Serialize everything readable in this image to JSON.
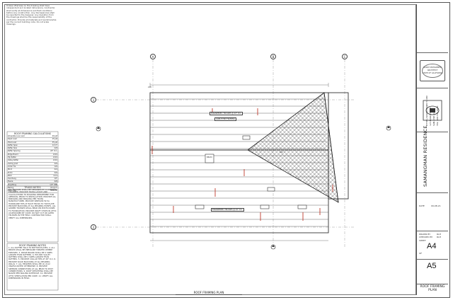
{
  "disclaimer": "Unless otherwise on the drawing shall have independent and located dimensions. Contractor shall verify all dimensions and field conditions before any construction. Any discrepancies shall be reported to the designer. Any deviation from the drawings shall be the responsibility of the contractor. Provide all materials and workmanship per the current building code. Do not scale drawings.",
  "grid": {
    "top": [
      "A",
      "B",
      "C"
    ],
    "left": [
      "1",
      "2"
    ]
  },
  "roof_table": {
    "title": "ROOF FRAMING CALCULATIONS",
    "rows": [
      [
        "Allowable Live Load",
        "20 psf"
      ],
      [
        "Dead Load",
        "15 psf"
      ],
      [
        "Total Load",
        "35 psf"
      ],
      [
        "Rafter Span",
        "14'-0\""
      ],
      [
        "Rafter Size",
        "2x8"
      ],
      [
        "Rafter Spacing",
        "24\" O.C."
      ],
      [
        "Ridge Board",
        "2x10"
      ],
      [
        "Hip Rafter",
        "2x10"
      ],
      [
        "Valley Rafter",
        "2x10"
      ],
      [
        "Ceiling Joist",
        "2x6"
      ],
      [
        "Collar Tie",
        "1x6"
      ],
      [
        "Strut",
        "2x4"
      ],
      [
        "Purlin",
        "2x6"
      ],
      [
        "Pitch",
        "6:12"
      ],
      [
        "Overhang",
        "18\""
      ],
      [
        "Fascia",
        "2x8"
      ],
      [
        "Sheathing",
        "1/2\" OSB"
      ],
      [
        "Nailing",
        "8d @ 6\""
      ],
      [
        "Total Area",
        "2150 SF"
      ]
    ]
  },
  "truss_notes": {
    "title": "TRUSS NOTES",
    "body": "ALL TRUSSES SHALL BE DESIGNED BY A LICENSED ENGINEER. PROVIDE TRUSS LAYOUT AND CALCULATIONS TO BUILDING DEPARTMENT FOR APPROVAL PRIOR TO INSTALLATION. PROVIDE ALL BRIDGING AND BRACING PER TRUSS MANUFACTURER. PROVIDE SIMPSON H2.5A HURRICANE TIES AT EACH TRUSS TO TOP PLATE. PROVIDE BLOCKING AT ALL BEARING POINTS. ALL GIRDER TRUSSES SHALL BEAR ON POSTS DOWN TO FOUNDATION. PROVIDE DRAFT STOPS IN ATTIC AS REQUIRED BY CODE. DO NOT CUT OR ALTER TRUSSES IN THE FIELD. CONTRACTOR SHALL VERIFY ALL DIMENSIONS."
  },
  "roof_notes": {
    "title": "ROOF FRAMING NOTES",
    "body": "1. ALL RAFTER TAILS TO BOTTOM PLATES. 2. ALL BEAMS SHALL BE PRESSURE TREATED WHERE EXPOSED. 3. RIDGE BOARD SHALL BE 2 SIZES LARGER THAN RAFTERS. 4. HIP AND VALLEY RAFTERS SHALL BE 2 SIZES LARGER THAN RAFTERS. 5. PROVIDE COLLAR TIES AT 48\" O.C. 6. PROVIDE SOLID BLOCKING AT ALL BEARING WALLS. 7. ALL HEADERS SHALL BE (2) 2x12 UNLESS NOTED OTHERWISE. 8. PROVIDE SIMPSON CONNECTORS AT ALL BEAM TO POST CONNECTIONS. 9. ROOF SHEATHING SHALL BE NAILED PER NAILING SCHEDULE. 10. PROVIDE ATTIC VENTILATION PER CODE. 11. VERIFY ALL DIMENSIONS IN FIELD."
  },
  "plan_labels": {
    "header_top": "ENGINEERED TRUSSES @ 24\" O.C.",
    "header_mid": "GABLE END FRAMING",
    "header_bot": "ENGINEERED TRUSSES @ 24\" O.C.",
    "beam": "BEAM",
    "hip": "HIP",
    "tag": "2x8"
  },
  "drawing_title": "ROOF FRAMING PLAN",
  "title_block": {
    "stamp_top": "SADAT MOHAMMED",
    "stamp_mid": "ARCHITECT",
    "stamp_bot": "STATE OF CALIFORNIA",
    "firm_lines": [
      "HTTPS://WWW.PROJECT.COM",
      "123 MAIN STREET",
      "SAN JOSE, CA",
      "TEL: 408.555.0100"
    ],
    "owner": "SAMANGMAN RESIDENCE",
    "date_label": "DATE",
    "date": "09-08-21",
    "drawn_label": "DRAWN BY",
    "drawn": "RLH",
    "checked_label": "CHECKED BY",
    "checked": "RLH",
    "sheet_label": "SHEET",
    "sheet_no": "A4",
    "of_label": "OF",
    "total_sheets": "A5",
    "sheet_title": "ROOF FRAMING PLAN"
  }
}
